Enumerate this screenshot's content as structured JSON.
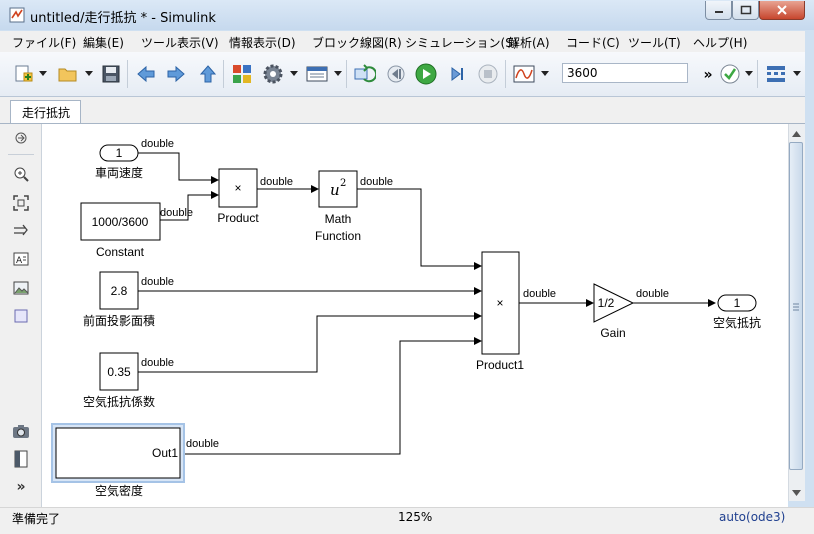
{
  "window": {
    "title": "untitled/走行抵抗 * - Simulink"
  },
  "menu": [
    "ファイル(F)",
    "編集(E)",
    "ツール表示(V)",
    "情報表示(D)",
    "ブロック線図(R)",
    "シミュレーション(S)",
    "解析(A)",
    "コード(C)",
    "ツール(T)",
    "ヘルプ(H)"
  ],
  "toolbar": {
    "stop_time": "3600",
    "overflow": "»"
  },
  "tab": {
    "label": "走行抵抗"
  },
  "palette": {
    "overflow": "»"
  },
  "diagram": {
    "signal_type": "double",
    "blocks": {
      "inport": {
        "value": "1",
        "label": "車両速度"
      },
      "constant": {
        "value": "1000/3600",
        "label": "Constant"
      },
      "product": {
        "symbol": "×",
        "label": "Product"
      },
      "math": {
        "symbol": "u",
        "exponent": "2",
        "label_line1": "Math",
        "label_line2": "Function"
      },
      "area": {
        "value": "2.8",
        "label": "前面投影面積"
      },
      "coef": {
        "value": "0.35",
        "label": "空気抵抗係数"
      },
      "subsystem": {
        "port": "Out1",
        "label": "空気密度"
      },
      "product1": {
        "symbol": "×",
        "label": "Product1"
      },
      "gain": {
        "value": "1/2",
        "label": "Gain"
      },
      "outport": {
        "value": "1",
        "label": "空気抵抗"
      }
    }
  },
  "status": {
    "left": "準備完了",
    "zoom": "125%",
    "solver": "auto(ode3)"
  }
}
